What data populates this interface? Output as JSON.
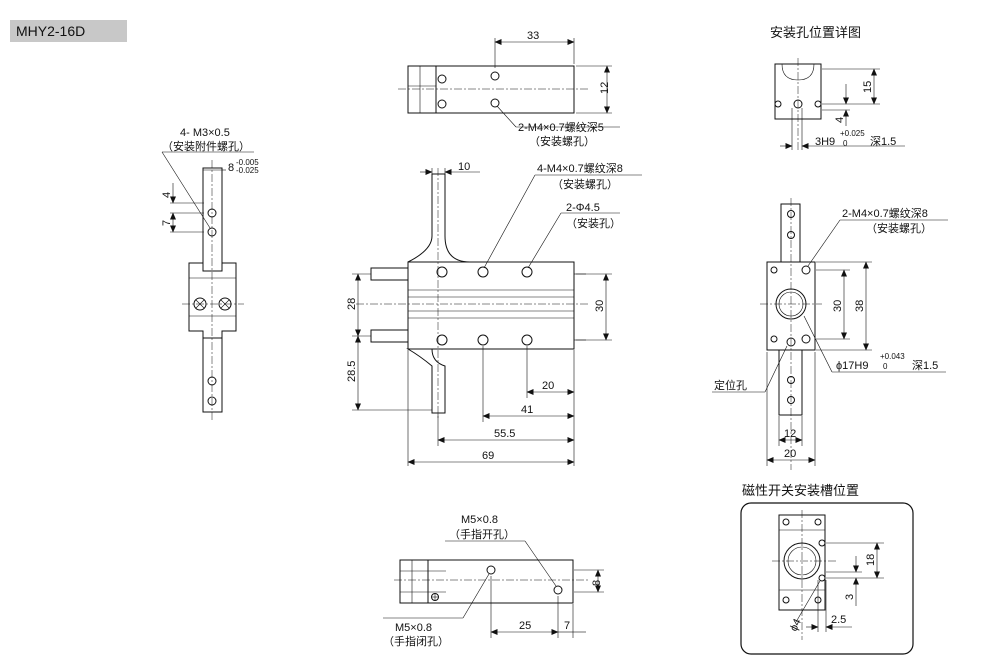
{
  "model": "MHY2-16D",
  "titles": {
    "mount_hole_detail": "安装孔位置详图",
    "magnetic_switch": "磁性开关安装槽位置"
  },
  "top_view": {
    "dim_33": "33",
    "dim_12": "12",
    "note_line1": "2-M4×0.7螺纹深5",
    "note_line2": "（安装螺孔）"
  },
  "left_view": {
    "note_line1": "4- M3×0.5",
    "note_line2": "（安装附件螺孔）",
    "tol_nominal": "8",
    "tol_upper": "-0.005",
    "tol_lower": "-0.025",
    "dim_4": "4",
    "dim_7": "7"
  },
  "front_view": {
    "dim_10": "10",
    "note_a1": "4-M4×0.7螺纹深8",
    "note_a2": "（安装螺孔）",
    "note_b1": "2-Φ4.5",
    "note_b2": "（安装孔）",
    "dim_28": "28",
    "dim_28_5": "28.5",
    "dim_30": "30",
    "dim_20": "20",
    "dim_41": "41",
    "dim_55_5": "55.5",
    "dim_69": "69"
  },
  "detail_view": {
    "dim_15": "15",
    "dim_4": "4",
    "fit": "3H9",
    "tol_upper": "+0.025",
    "tol_lower": "0",
    "depth": "深1.5"
  },
  "right_view": {
    "note_a1": "2-M4×0.7螺纹深8",
    "note_a2": "（安装螺孔）",
    "dim_30": "30",
    "dim_38": "38",
    "locate_label": "定位孔",
    "fit": "ϕ17H9",
    "tol_upper": "+0.043",
    "tol_lower": "0",
    "depth": "深1.5",
    "dim_12": "12",
    "dim_20": "20"
  },
  "bottom_view": {
    "note_open1": "M5×0.8",
    "note_open2": "（手指开孔）",
    "note_close1": "M5×0.8",
    "note_close2": "（手指闭孔）",
    "dim_8": "8",
    "dim_25": "25",
    "dim_7": "7"
  },
  "switch_view": {
    "dim_18": "18",
    "dim_3": "3",
    "dim_phi4": "ϕ4",
    "dim_2_5": "2.5"
  }
}
